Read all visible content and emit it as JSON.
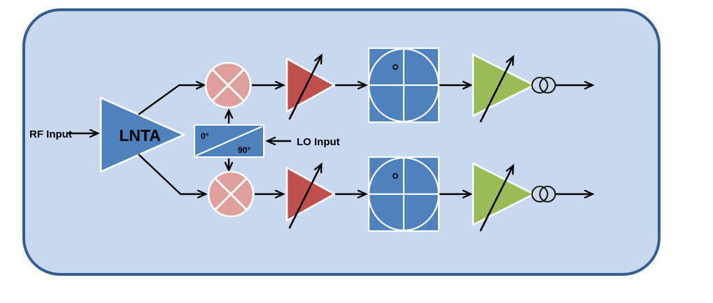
{
  "figure": {
    "labels": {
      "rf_input": "RF Input",
      "lnta": "LNTA",
      "phase_0deg": "0°",
      "phase_90deg": "90°",
      "lo_input": "LO Input"
    },
    "colors": {
      "page_bg": "#ffffff",
      "panel_fill": "#c9d8ee",
      "panel_border": "#365f91",
      "block_blue": "#4f81bd",
      "mixer_pink": "#df9f9d",
      "vga_red": "#c0504d",
      "pga_green": "#9bbb59",
      "line": "#000000"
    }
  }
}
